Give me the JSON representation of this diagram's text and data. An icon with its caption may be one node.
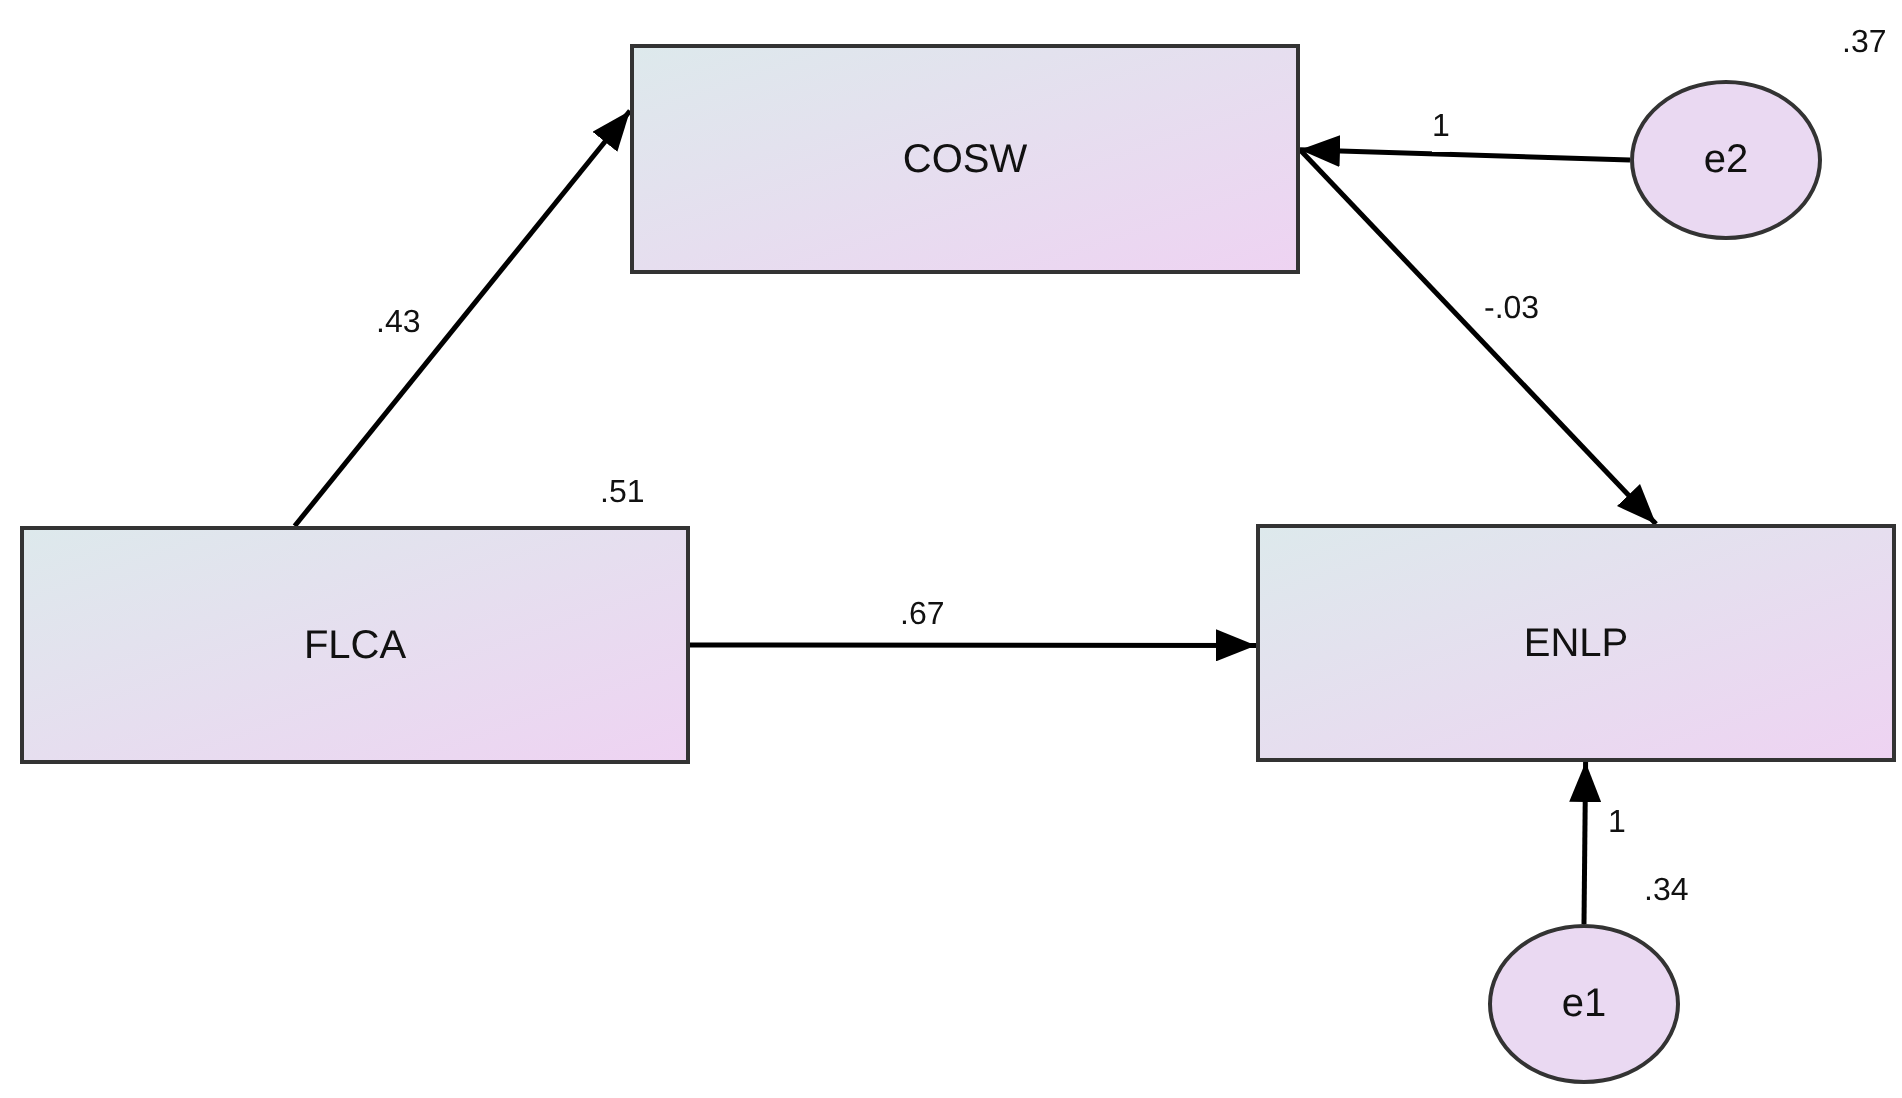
{
  "diagram": {
    "nodes": [
      {
        "text": [
          "COSW"
        ]
      },
      {
        "text": [
          "e2"
        ],
        "beside": [
          ".37"
        ]
      },
      {
        "text": [
          "FLCA"
        ],
        "beside": [
          ".51"
        ]
      },
      {
        "text": [
          "ENLP"
        ]
      },
      {
        "text": [
          "e1"
        ],
        "beside": [
          ".34"
        ]
      }
    ],
    "edges": [
      {
        "from": 2,
        "to": 0,
        "arrow": "to",
        "label": ".43"
      },
      {
        "from": 1,
        "to": 0,
        "arrow": "to",
        "label": "1"
      },
      {
        "from": 0,
        "to": 3,
        "arrow": "to",
        "label": "-.03"
      },
      {
        "from": 2,
        "to": 3,
        "arrow": "to",
        "label": ".67"
      },
      {
        "from": 4,
        "to": 3,
        "arrow": "to",
        "label": "1"
      }
    ]
  }
}
